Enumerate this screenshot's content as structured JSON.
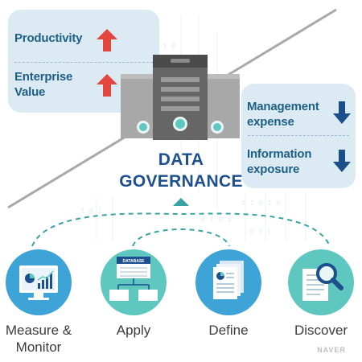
{
  "benefits_up": {
    "item1": "Productivity",
    "item2_line1": "Enterprise",
    "item2_line2": "Value"
  },
  "benefits_down": {
    "item1_line1": "Management",
    "item1_line2": "expense",
    "item2_line1": "Information",
    "item2_line2": "exposure"
  },
  "center": {
    "title_line1": "DATA",
    "title_line2": "GOVERNANCE"
  },
  "steps": [
    {
      "label_line1": "Measure &",
      "label_line2": "Monitor",
      "icon": "monitor-chart-icon"
    },
    {
      "label_line1": "Apply",
      "label_line2": "",
      "icon": "database-flow-icon",
      "icon_text": "DATABASE"
    },
    {
      "label_line1": "Define",
      "label_line2": "",
      "icon": "documents-icon"
    },
    {
      "label_line1": "Discover",
      "label_line2": "",
      "icon": "document-search-icon"
    }
  ],
  "watermark": "NAVER",
  "colors": {
    "panel": "#dcebf3",
    "up_arrow": "#e2463d",
    "down_arrow": "#1b4f8c",
    "text_blue": "#1d5f86",
    "title": "#1d4f8f",
    "teal": "#5ec8c0",
    "blue": "#3ea3d6",
    "dashed": "#3aa3a3"
  }
}
